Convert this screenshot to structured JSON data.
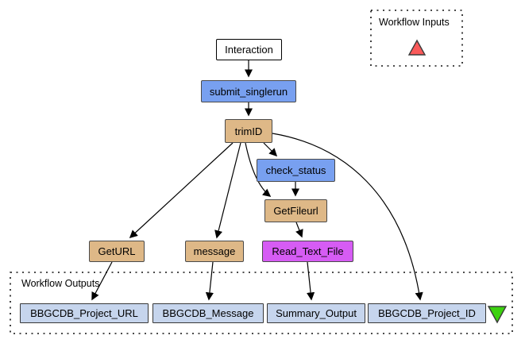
{
  "workflow_inputs": {
    "title": "Workflow Inputs",
    "icon": "red-up-triangle"
  },
  "workflow_outputs": {
    "title": "Workflow Outputs",
    "icon": "green-down-triangle",
    "ports": [
      {
        "label": "BBGCDB_Project_URL"
      },
      {
        "label": "BBGCDB_Message"
      },
      {
        "label": "Summary_Output"
      },
      {
        "label": "BBGCDB_Project_ID"
      }
    ]
  },
  "processors": [
    {
      "label": "Interaction"
    },
    {
      "label": "submit_singlerun"
    },
    {
      "label": "trimID"
    },
    {
      "label": "check_status"
    },
    {
      "label": "GetFileurl"
    },
    {
      "label": "GetURL"
    },
    {
      "label": "message"
    },
    {
      "label": "Read_Text_File"
    }
  ],
  "colors": {
    "processor_white": "#ffffff",
    "processor_blue": "#78a0f0",
    "processor_tan": "#deb887",
    "processor_magenta": "#d65cf4",
    "output_port_fill": "#c6d5ed",
    "input_triangle_fill": "#fa5a5a",
    "output_triangle_fill": "#3cd20f",
    "edge_color": "#000000"
  }
}
